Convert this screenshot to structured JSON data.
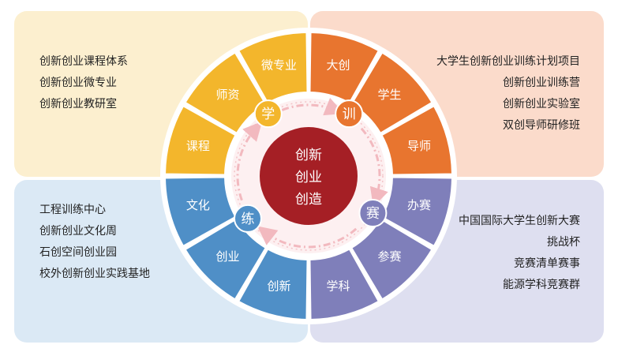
{
  "center": {
    "lines": [
      "创新",
      "创业",
      "创造"
    ],
    "color": "#a51f25"
  },
  "quadrants": [
    {
      "key": "xue",
      "hub": "学",
      "color": "#f3b62c",
      "spokes": [
        "微专业",
        "师资",
        "课程"
      ],
      "list": [
        "创新创业课程体系",
        "创新创业微专业",
        "创新创业教研室"
      ]
    },
    {
      "key": "xun",
      "hub": "训",
      "color": "#e8752f",
      "spokes": [
        "大创",
        "学生",
        "导师"
      ],
      "list": [
        "大学生创新创业训练计划项目",
        "创新创业训练营",
        "创新创业实验室",
        "双创导师研修班"
      ]
    },
    {
      "key": "sai",
      "hub": "赛",
      "color": "#7f7fba",
      "spokes": [
        "办赛",
        "参赛",
        "学科"
      ],
      "list": [
        "中国国际大学生创新大赛",
        "挑战杯",
        "竞赛清单赛事",
        "能源学科竞赛群"
      ]
    },
    {
      "key": "lian",
      "hub": "练",
      "color": "#4f8fc7",
      "spokes": [
        "文化",
        "创业",
        "创新"
      ],
      "list": [
        "工程训练中心",
        "创新创业文化周",
        "石创空间创业园",
        "校外创新创业实践基地"
      ]
    }
  ]
}
